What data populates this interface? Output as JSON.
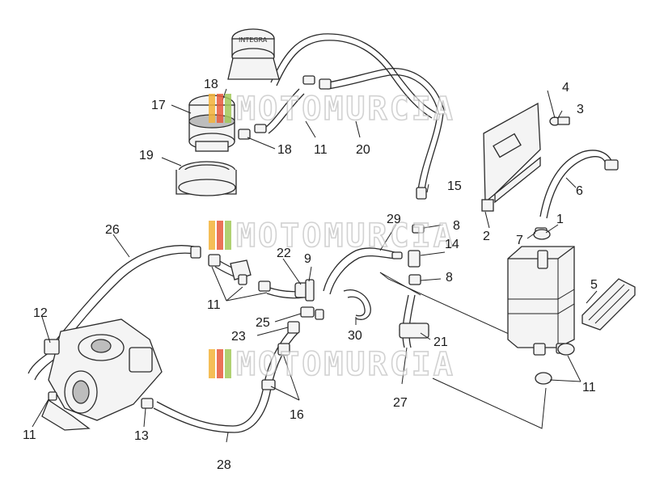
{
  "watermark": {
    "text": "MOTOMURCIA"
  },
  "labels": {
    "l1": "1",
    "l2": "2",
    "l3": "3",
    "l4": "4",
    "l5": "5",
    "l6": "6",
    "l7": "7",
    "l8a": "8",
    "l8b": "8",
    "l9": "9",
    "l11a": "11",
    "l11b": "11",
    "l11c": "11",
    "l11d": "11",
    "l12": "12",
    "l13": "13",
    "l14": "14",
    "l15": "15",
    "l16": "16",
    "l17": "17",
    "l18a": "18",
    "l18b": "18",
    "l19": "19",
    "l20": "20",
    "l21": "21",
    "l22": "22",
    "l23": "23",
    "l25": "25",
    "l26": "26",
    "l27": "27",
    "l28": "28",
    "l29": "29",
    "l30": "30"
  }
}
